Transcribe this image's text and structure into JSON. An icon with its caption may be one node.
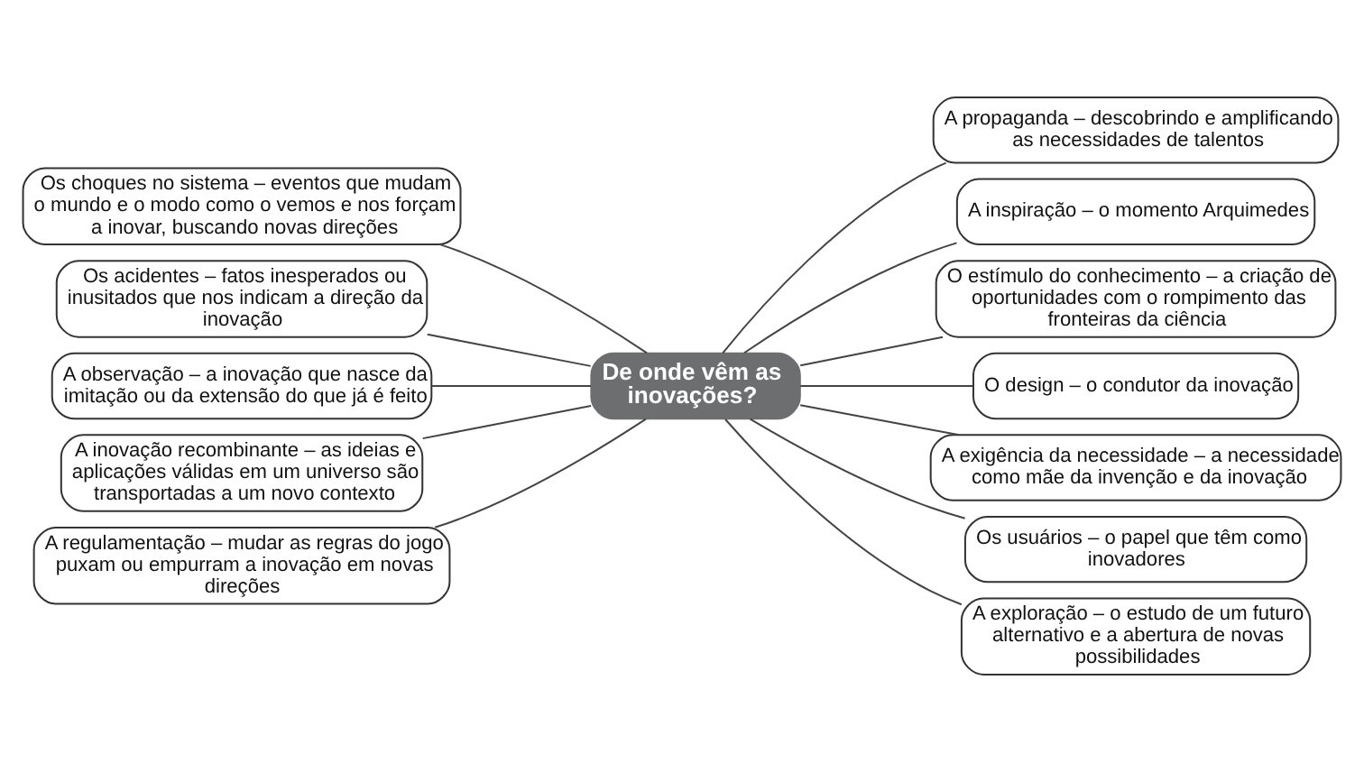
{
  "diagram": {
    "nodes": [
      {
        "text": [
          "De onde vêm as inovações?"
        ]
      },
      {
        "text": [
          "Os choques no sistema – eventos que mudam o mundo e o modo como o vemos e nos forçam a inovar, buscando novas direções"
        ]
      },
      {
        "text": [
          "Os acidentes – fatos inesperados ou inusitados que nos indicam a direção da inovação"
        ]
      },
      {
        "text": [
          "A observação – a inovação que nasce da imitação ou da extensão do que já é feito"
        ]
      },
      {
        "text": [
          "A inovação recombinante – as ideias e aplicações válidas em um universo são transportadas a um novo contexto"
        ]
      },
      {
        "text": [
          "A regulamentação – mudar as regras do jogo puxam ou empurram a inovação em novas direções"
        ]
      },
      {
        "text": [
          "A propaganda – descobrindo e amplificando as necessidades de talentos"
        ]
      },
      {
        "text": [
          "A inspiração – o momento Arquimedes"
        ]
      },
      {
        "text": [
          "O estímulo do conhecimento – a criação de oportunidades com o rompimento das fronteiras da ciência"
        ]
      },
      {
        "text": [
          "O design – o condutor da inovação"
        ]
      },
      {
        "text": [
          "A exigência da necessidade – a necessidade como mãe da invenção e da inovação"
        ]
      },
      {
        "text": [
          "Os usuários – o papel que têm como inovadores"
        ]
      },
      {
        "text": [
          "A exploração – o estudo de um futuro alternativo e a abertura de novas possibilidades"
        ]
      }
    ],
    "edges": [
      {
        "from": 1,
        "to": 0,
        "arrow": "none"
      },
      {
        "from": 2,
        "to": 0,
        "arrow": "none"
      },
      {
        "from": 3,
        "to": 0,
        "arrow": "none"
      },
      {
        "from": 4,
        "to": 0,
        "arrow": "none"
      },
      {
        "from": 5,
        "to": 0,
        "arrow": "none"
      },
      {
        "from": 0,
        "to": 6,
        "arrow": "none"
      },
      {
        "from": 0,
        "to": 7,
        "arrow": "none"
      },
      {
        "from": 0,
        "to": 8,
        "arrow": "none"
      },
      {
        "from": 0,
        "to": 9,
        "arrow": "none"
      },
      {
        "from": 0,
        "to": 10,
        "arrow": "none"
      },
      {
        "from": 0,
        "to": 11,
        "arrow": "none"
      },
      {
        "from": 0,
        "to": 12,
        "arrow": "none"
      }
    ]
  }
}
